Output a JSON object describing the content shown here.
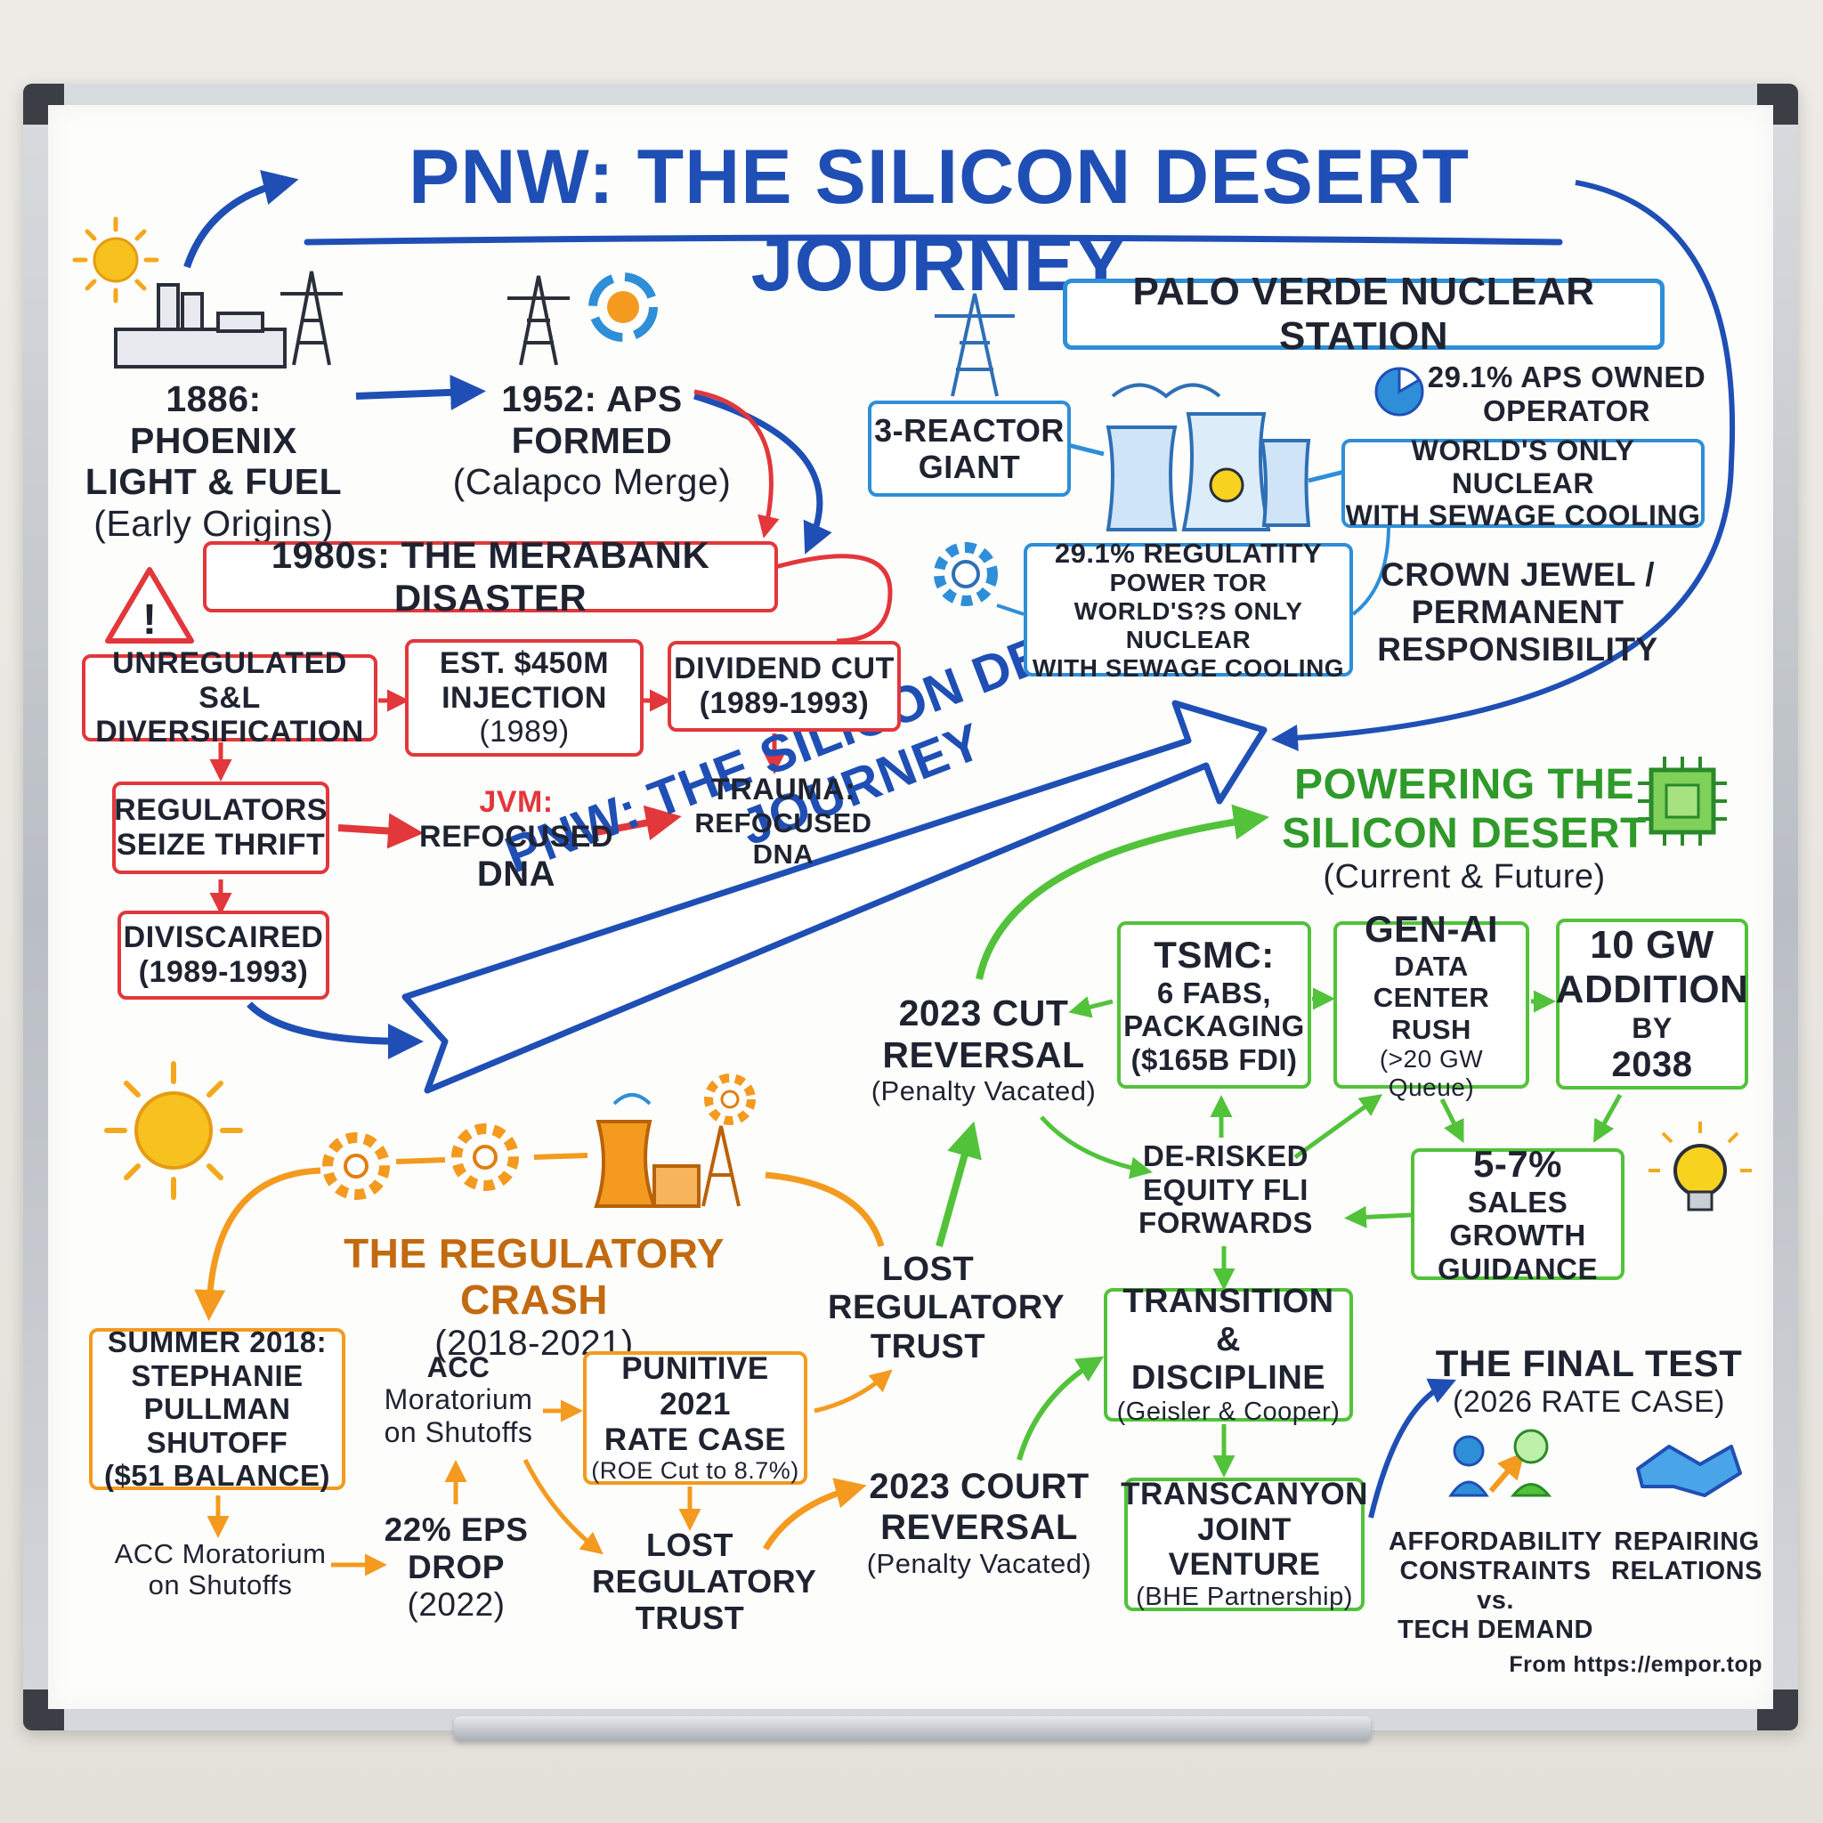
{
  "title": "PNW: THE SILICON DESERT JOURNEY",
  "banner_text": "PNW: THE SILICON DESERT JOURNEY",
  "origins": {
    "phoenix": {
      "line1": "1886: PHOENIX",
      "line2": "LIGHT & FUEL",
      "note": "(Early Origins)"
    },
    "aps": {
      "line1": "1952: APS",
      "line2": "FORMED",
      "note": "(Calapco Merge)"
    }
  },
  "merabank": {
    "title": "1980s: THE MERABANK DISASTER",
    "diversification": {
      "line1": "UNREGULATED S&L",
      "line2": "DIVERSIFICATION"
    },
    "injection": {
      "line1": "EST. $450M",
      "line2": "INJECTION",
      "line3": "(1989)"
    },
    "dividend": {
      "line1": "DIVIDEND CUT",
      "line2": "(1989-1993)"
    },
    "regulators": {
      "line1": "REGULATORS",
      "line2": "SEIZE THRIFT"
    },
    "jvm": {
      "line1": "JVM:",
      "line2": "REFOCUSED",
      "line3": "DNA"
    },
    "trauma": {
      "line1": "TRAUMA:",
      "line2": "REFOCUSED DNA"
    },
    "diviscaired": {
      "line1": "DIVISCAIRED",
      "line2": "(1989-1993)"
    }
  },
  "palo_verde": {
    "title": "PALO VERDE NUCLEAR STATION",
    "reactor": {
      "line1": "3-REACTOR",
      "line2": "GIANT"
    },
    "owned": {
      "line1": "29.1% APS OWNED",
      "line2": "OPERATOR"
    },
    "sewage": {
      "line1": "WORLD'S ONLY NUCLEAR",
      "line2": "WITH SEWAGE COOLING"
    },
    "regulatity": {
      "line1": "29.1% REGULATITY",
      "line2": "POWER TOR",
      "line3": "WORLD'S?S ONLY NUCLEAR",
      "line4": "WITH SEWAGE COOLING"
    },
    "crown": {
      "line1": "CROWN JEWEL /",
      "line2": "PERMANENT",
      "line3": "RESPONSIBILITY"
    }
  },
  "silicon": {
    "title_line1": "POWERING THE",
    "title_line2": "SILICON DESERT",
    "subtitle": "(Current & Future)",
    "tsmc": {
      "line1": "TSMC:",
      "line2": "6 FABS,",
      "line3": "PACKAGING",
      "line4": "($165B FDI)"
    },
    "genai": {
      "line1": "GEN-AI",
      "line2": "DATA CENTER",
      "line3": "RUSH",
      "line4": "(>20 GW Queue)"
    },
    "gw": {
      "line1": "10 GW",
      "line2": "ADDITION",
      "line3": "BY",
      "line4": "2038"
    },
    "cut_reversal": {
      "line1": "2023 CUT",
      "line2": "REVERSAL",
      "line3": "(Penalty Vacated)"
    },
    "derisked": {
      "line1": "DE-RISKED",
      "line2": "EQUITY FLI",
      "line3": "FORWARDS"
    },
    "sales": {
      "line1": "5-7%",
      "line2": "SALES GROWTH",
      "line3": "GUIDANCE"
    },
    "transition": {
      "line1": "TRANSITION &",
      "line2": "DISCIPLINE",
      "line3": "(Geisler & Cooper)"
    },
    "transcanyon": {
      "line1": "TRANSCANYON",
      "line2": "JOINT VENTURE",
      "line3": "(BHE Partnership)"
    }
  },
  "crash": {
    "title": "THE REGULATORY CRASH",
    "years": "(2018-2021)",
    "summer": {
      "line1": "SUMMER 2018:",
      "line2": "STEPHANIE",
      "line3": "PULLMAN SHUTOFF",
      "line4": "($51 BALANCE)"
    },
    "acc_mid": {
      "line1": "ACC",
      "line2": "Moratorium",
      "line3": "on Shutoffs"
    },
    "punitive": {
      "line1": "PUNITIVE 2021",
      "line2": "RATE CASE",
      "line3": "(ROE Cut to 8.7%)"
    },
    "lost_top": {
      "line1": "LOST",
      "line2": "REGULATORY",
      "line3": "TRUST"
    },
    "acc_bottom": {
      "line1": "ACC Moratorium",
      "line2": "on Shutoffs"
    },
    "eps": {
      "line1": "22% EPS",
      "line2": "DROP",
      "line3": "(2022)"
    },
    "lost_bottom": {
      "line1": "LOST",
      "line2": "REGULATORY",
      "line3": "TRUST"
    },
    "court": {
      "line1": "2023 COURT",
      "line2": "REVERSAL",
      "line3": "(Penalty Vacated)"
    }
  },
  "final": {
    "title": "THE FINAL TEST",
    "subtitle": "(2026 RATE CASE)",
    "afford": {
      "line1": "AFFORDABILITY",
      "line2": "CONSTRAINTS vs.",
      "line3": "TECH DEMAND"
    },
    "repair": {
      "line1": "REPAIRING",
      "line2": "RELATIONS"
    }
  },
  "footer": "From https://empor.top",
  "colors": {
    "blue": "#1f4fb5",
    "red": "#e2373b",
    "green": "#52c23a",
    "orange": "#f39a1f",
    "sky": "#2e8ed8"
  }
}
